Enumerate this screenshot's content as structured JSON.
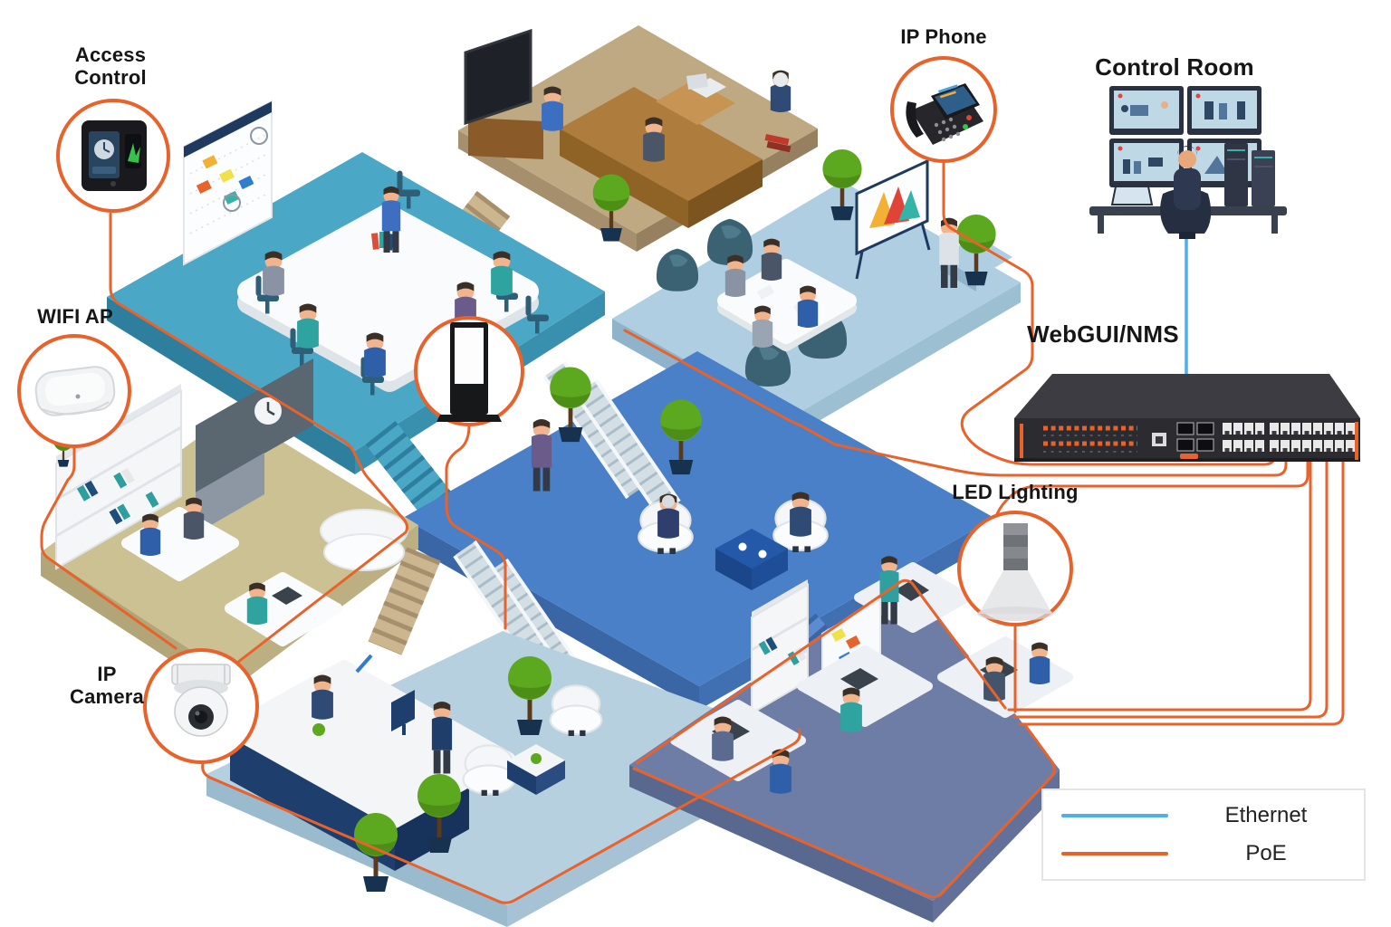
{
  "labels": {
    "access_control": "Access\nControl",
    "wifi_ap": "WIFI AP",
    "ip_camera": "IP\nCamera",
    "ip_phone": "IP Phone",
    "control_room": "Control Room",
    "webgui_nms": "WebGUI/NMS",
    "led_lighting": "LED Lighting"
  },
  "legend": {
    "items": [
      {
        "label": "Ethernet",
        "color": "#4FAFEA"
      },
      {
        "label": "PoE",
        "color": "#E8622B"
      }
    ]
  },
  "colors": {
    "poe_line": "#E8622B",
    "ethernet_line": "#4FAFEA",
    "label_text": "#161616"
  },
  "icons": {
    "access-control-icon": "access control terminal",
    "wifi-ap-icon": "wifi access point",
    "ip-camera-icon": "dome ip camera",
    "digital-signage-icon": "floor standing display",
    "ip-phone-icon": "desktop ip phone",
    "led-lighting-icon": "led spotlight",
    "poe-switch-icon": "24-port PoE switch",
    "control-room-icon": "operator with cctv monitor wall"
  }
}
